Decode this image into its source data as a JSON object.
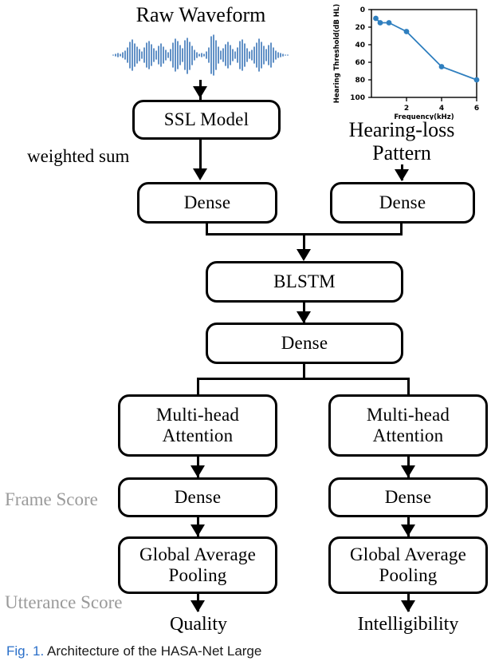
{
  "figure": {
    "caption_number": "Fig. 1.",
    "caption_text": "Architecture of the HASA-Net Large",
    "accent_color": "#2a6fc9",
    "waveform_color": "#2e6db4",
    "muted_label_color": "#9a9a9a"
  },
  "inputs": {
    "waveform_title": "Raw Waveform",
    "waveform_icon": "audio-waveform",
    "hearing_loss_label_line1": "Hearing-loss",
    "hearing_loss_label_line2": "Pattern"
  },
  "annotations": {
    "weighted_sum": "weighted sum",
    "frame_score": "Frame Score",
    "utterance_score": "Utterance Score"
  },
  "nodes": {
    "ssl_model": "SSL Model",
    "dense_left_top": "Dense",
    "dense_right_top": "Dense",
    "blstm": "BLSTM",
    "dense_shared": "Dense",
    "mha_left_line1": "Multi-head",
    "mha_left_line2": "Attention",
    "mha_right_line1": "Multi-head",
    "mha_right_line2": "Attention",
    "dense_left_bottom": "Dense",
    "dense_right_bottom": "Dense",
    "gap_left_line1": "Global Average",
    "gap_left_line2": "Pooling",
    "gap_right_line1": "Global Average",
    "gap_right_line2": "Pooling"
  },
  "outputs": {
    "quality": "Quality",
    "intelligibility": "Intelligibility"
  },
  "chart_data": {
    "type": "line",
    "title": "",
    "xlabel": "Frequency(kHz)",
    "ylabel": "Hearing Threshold(dB HL)",
    "x": [
      0.25,
      0.5,
      1,
      2,
      4,
      6
    ],
    "values": [
      10,
      15,
      15,
      25,
      65,
      80
    ],
    "xticks": [
      2,
      4,
      6
    ],
    "xticklabels": [
      "2",
      "4",
      "6"
    ],
    "yticks": [
      0,
      20,
      40,
      60,
      80,
      100
    ],
    "yticklabels": [
      "0",
      "20",
      "40",
      "60",
      "80",
      "100"
    ],
    "xlim": [
      0,
      6.6
    ],
    "ylim": [
      100,
      0
    ],
    "y_inverted": true,
    "grid": false,
    "legend": "none",
    "series_color": "#2f7fbf",
    "marker": "circle"
  }
}
